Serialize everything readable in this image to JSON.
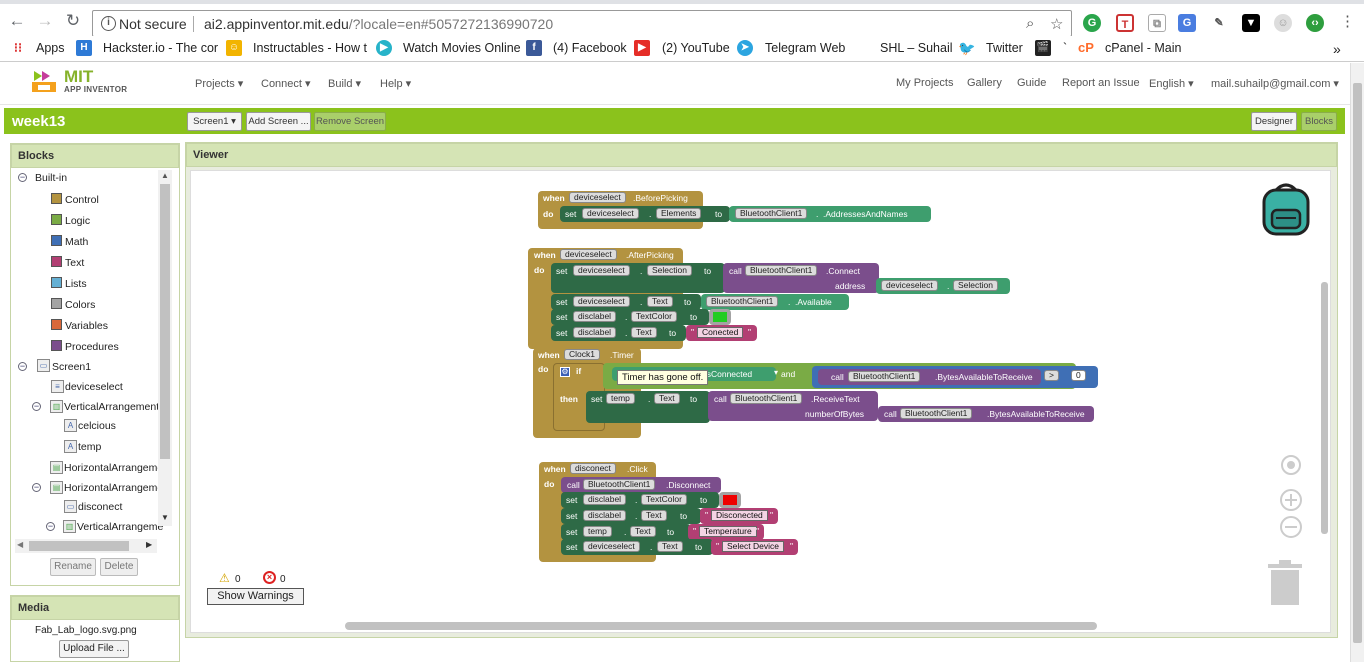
{
  "browser": {
    "not_secure": "Not secure",
    "url_host": "ai2.appinventor.mit.edu",
    "url_path": "/?locale=en#5057272136990720"
  },
  "bookmarks": [
    "Apps",
    "Hackster.io - The cor",
    "Instructables - How t",
    "Watch Movies Online",
    "(4) Facebook",
    "(2) YouTube",
    "Telegram Web",
    "SHL – Suhail",
    "Twitter",
    "`",
    "cPanel - Main"
  ],
  "header": {
    "logo": "MIT",
    "logo_sub": "APP INVENTOR",
    "menus": [
      "Projects ▾",
      "Connect ▾",
      "Build ▾",
      "Help ▾"
    ],
    "right": [
      "My Projects",
      "Gallery",
      "Guide",
      "Report an Issue",
      "English ▾",
      "mail.suhailp@gmail.com ▾"
    ]
  },
  "toolbar": {
    "project": "week13",
    "screen": "Screen1 ▾",
    "add_screen": "Add Screen ...",
    "remove_screen": "Remove Screen",
    "designer": "Designer",
    "blocks": "Blocks"
  },
  "blocks_panel": {
    "title": "Blocks",
    "builtin": "Built-in",
    "items": [
      {
        "label": "Control",
        "color": "#b39340"
      },
      {
        "label": "Logic",
        "color": "#7aab45"
      },
      {
        "label": "Math",
        "color": "#3f6fb5"
      },
      {
        "label": "Text",
        "color": "#b23f73"
      },
      {
        "label": "Lists",
        "color": "#65b0d4"
      },
      {
        "label": "Colors",
        "color": "#a3a3a3"
      },
      {
        "label": "Variables",
        "color": "#d9683a"
      },
      {
        "label": "Procedures",
        "color": "#7b4e8c"
      }
    ],
    "screen": "Screen1",
    "components": [
      "deviceselect",
      "VerticalArrangement1",
      "celcious",
      "temp",
      "HorizontalArrangeme",
      "HorizontalArrangeme",
      "disconect",
      "VerticalArrangeme"
    ],
    "rename": "Rename",
    "delete": "Delete"
  },
  "media": {
    "title": "Media",
    "file": "Fab_Lab_logo.svg.png",
    "upload": "Upload File ..."
  },
  "viewer": {
    "title": "Viewer",
    "warn_count": "0",
    "err_count": "0",
    "show_warnings": "Show Warnings"
  },
  "blocks": {
    "when": "when",
    "do": "do",
    "set": "set",
    "to": "to",
    "call": "call",
    "dot": ".",
    "if": "if",
    "then": "then",
    "and": "and",
    "gt": ">",
    "deviceselect": "deviceselect",
    "bt": "BluetoothClient1",
    "disclabel": "disclabel",
    "temp": "temp",
    "clock": "Clock1",
    "disconect": "disconect",
    "before": ".BeforePicking",
    "after": ".AfterPicking",
    "timer": ".Timer",
    "click": ".Click",
    "elements": "Elements",
    "selection": "Selection",
    "text": "Text",
    "textcolor": "TextColor",
    "addr": ".AddressesAndNames",
    "connect": ".Connect",
    "address": "address",
    "available": ".Available",
    "isconnected": ".IsConnected",
    "bytes": ".BytesAvailableToReceive",
    "receive": ".ReceiveText",
    "numbytes": "numberOfBytes",
    "disconnect": ".Disconnect",
    "conected": "Conected",
    "disconected": "Disconected",
    "temperature": "Temperature",
    "select_device": "Select Device",
    "zero": "0",
    "tooltip": "Timer has gone off."
  }
}
